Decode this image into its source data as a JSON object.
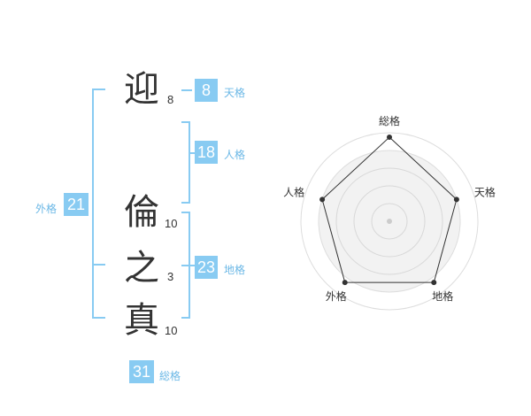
{
  "name": {
    "chars": [
      {
        "char": "迎",
        "strokes": "8"
      },
      {
        "char": "倫",
        "strokes": "10"
      },
      {
        "char": "之",
        "strokes": "3"
      },
      {
        "char": "真",
        "strokes": "10"
      }
    ]
  },
  "fortune": {
    "tenkaku": {
      "value": "8",
      "label": "天格"
    },
    "jinkaku": {
      "value": "18",
      "label": "人格"
    },
    "chikaku": {
      "value": "23",
      "label": "地格"
    },
    "gaikaku": {
      "value": "21",
      "label": "外格"
    },
    "soukaku": {
      "value": "31",
      "label": "総格"
    }
  },
  "colors": {
    "accent": "#88cbf2",
    "label": "#6cb8e6",
    "text": "#333333"
  },
  "chart_data": {
    "type": "radar",
    "axes": [
      "総格",
      "天格",
      "地格",
      "外格",
      "人格"
    ],
    "scale_rings": 5,
    "values": [
      5,
      4.2,
      4.5,
      4.5,
      4.2
    ]
  }
}
